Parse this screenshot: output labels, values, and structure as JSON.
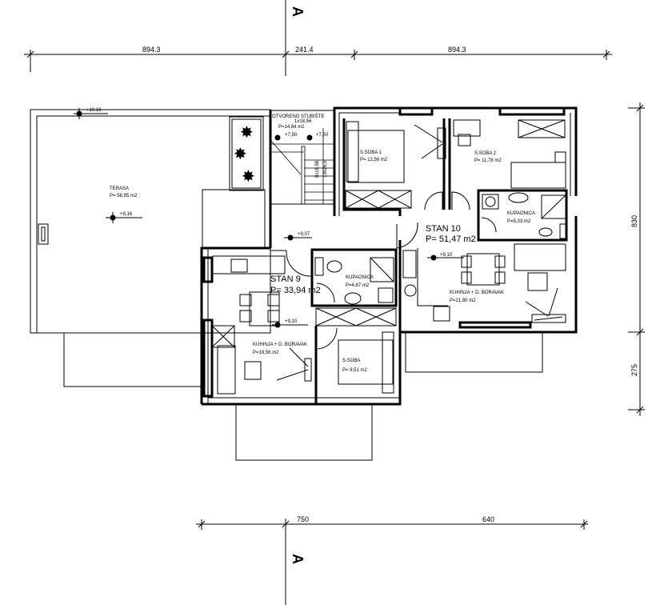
{
  "section_marks": {
    "top": "A",
    "bottom": "A"
  },
  "dimensions": {
    "top": [
      "894.3",
      "241.4",
      "894.3"
    ],
    "bottom": [
      "750",
      "640"
    ],
    "right": [
      "830",
      "275"
    ]
  },
  "rooms": {
    "terasa": {
      "name": "TERASA",
      "area": "P= 58,95 m2",
      "level": "+9,16",
      "corner_level": "+10,16"
    },
    "stair": {
      "name": "OTVORENO STUBIŠTE",
      "step": "1x18,56",
      "area": "P=14,84 m2",
      "level_a": "+7,90",
      "level_b": "+7,50",
      "flight_a": "8x18,56",
      "flight_b": "13x26,5",
      "landing_level": "+9,07"
    },
    "stan10": {
      "title": "STAN 10",
      "area": "P= 51,47 m2"
    },
    "s_soba1": {
      "name": "S.SOBA 1",
      "area": "P= 12,56 m2"
    },
    "s_soba2": {
      "name": "S.SOBA 2",
      "area": "P= 11,78 m2"
    },
    "kupaonica10": {
      "name": "KUPAONICA",
      "area": "P=5,33 m2"
    },
    "kuhinja10": {
      "name": "KUHINJA + D. BORAVAK",
      "area": "P=21,80 m2",
      "level": "+9,10"
    },
    "stan9": {
      "title": "STAN 9",
      "area": "P= 33,94 m2"
    },
    "kupaonica9": {
      "name": "KUPAONICA",
      "area": "P=4,87 m2"
    },
    "kuhinja9": {
      "name": "KUHINJA + D. BORAVAK",
      "area": "P=19,56 m2",
      "level": "+9,10"
    },
    "s_soba": {
      "name": "S.SOBA",
      "area": "P= 9,51 m2"
    }
  }
}
